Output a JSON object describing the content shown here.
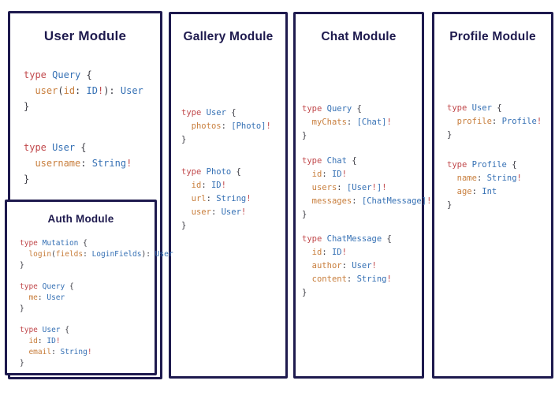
{
  "colors": {
    "navy": "#1e1a4e",
    "keyword": "#c1494c",
    "type": "#3570b4",
    "field": "#c87e3c",
    "bang": "#c1494c",
    "plain": "#3b3b43"
  },
  "panels": [
    {
      "title": "User Module",
      "blocks": [
        {
          "lines": [
            [
              [
                "kw",
                "type"
              ],
              [
                "pl",
                " "
              ],
              [
                "ty",
                "Query"
              ],
              [
                "pl",
                " {"
              ]
            ],
            [
              [
                "pl",
                "  "
              ],
              [
                "fd",
                "user"
              ],
              [
                "pl",
                "("
              ],
              [
                "fd",
                "id"
              ],
              [
                "pl",
                ": "
              ],
              [
                "ty",
                "ID"
              ],
              [
                "bg",
                "!"
              ],
              [
                "pl",
                "): "
              ],
              [
                "ty",
                "User"
              ]
            ],
            [
              [
                "pl",
                "}"
              ]
            ]
          ]
        },
        {
          "lines": [
            [
              [
                "kw",
                "type"
              ],
              [
                "pl",
                " "
              ],
              [
                "ty",
                "User"
              ],
              [
                "pl",
                " {"
              ]
            ],
            [
              [
                "pl",
                "  "
              ],
              [
                "fd",
                "username"
              ],
              [
                "pl",
                ": "
              ],
              [
                "ty",
                "String"
              ],
              [
                "bg",
                "!"
              ]
            ],
            [
              [
                "pl",
                "}"
              ]
            ]
          ]
        }
      ]
    },
    {
      "title": "Gallery Module",
      "blocks": [
        {
          "lines": [
            [
              [
                "kw",
                "type"
              ],
              [
                "pl",
                " "
              ],
              [
                "ty",
                "User"
              ],
              [
                "pl",
                " {"
              ]
            ],
            [
              [
                "pl",
                "  "
              ],
              [
                "fd",
                "photos"
              ],
              [
                "pl",
                ": "
              ],
              [
                "ty",
                "[Photo]"
              ],
              [
                "bg",
                "!"
              ]
            ],
            [
              [
                "pl",
                "}"
              ]
            ]
          ]
        },
        {
          "lines": [
            [
              [
                "kw",
                "type"
              ],
              [
                "pl",
                " "
              ],
              [
                "ty",
                "Photo"
              ],
              [
                "pl",
                " {"
              ]
            ],
            [
              [
                "pl",
                "  "
              ],
              [
                "fd",
                "id"
              ],
              [
                "pl",
                ": "
              ],
              [
                "ty",
                "ID"
              ],
              [
                "bg",
                "!"
              ]
            ],
            [
              [
                "pl",
                "  "
              ],
              [
                "fd",
                "url"
              ],
              [
                "pl",
                ": "
              ],
              [
                "ty",
                "String"
              ],
              [
                "bg",
                "!"
              ]
            ],
            [
              [
                "pl",
                "  "
              ],
              [
                "fd",
                "user"
              ],
              [
                "pl",
                ": "
              ],
              [
                "ty",
                "User"
              ],
              [
                "bg",
                "!"
              ]
            ],
            [
              [
                "pl",
                "}"
              ]
            ]
          ]
        }
      ]
    },
    {
      "title": "Chat Module",
      "blocks": [
        {
          "lines": [
            [
              [
                "kw",
                "type"
              ],
              [
                "pl",
                " "
              ],
              [
                "ty",
                "Query"
              ],
              [
                "pl",
                " {"
              ]
            ],
            [
              [
                "pl",
                "  "
              ],
              [
                "fd",
                "myChats"
              ],
              [
                "pl",
                ": "
              ],
              [
                "ty",
                "[Chat]"
              ],
              [
                "bg",
                "!"
              ]
            ],
            [
              [
                "pl",
                "}"
              ]
            ]
          ]
        },
        {
          "lines": [
            [
              [
                "kw",
                "type"
              ],
              [
                "pl",
                " "
              ],
              [
                "ty",
                "Chat"
              ],
              [
                "pl",
                " {"
              ]
            ],
            [
              [
                "pl",
                "  "
              ],
              [
                "fd",
                "id"
              ],
              [
                "pl",
                ": "
              ],
              [
                "ty",
                "ID"
              ],
              [
                "bg",
                "!"
              ]
            ],
            [
              [
                "pl",
                "  "
              ],
              [
                "fd",
                "users"
              ],
              [
                "pl",
                ": "
              ],
              [
                "ty",
                "[User"
              ],
              [
                "bg",
                "!"
              ],
              [
                "ty",
                "]"
              ],
              [
                "bg",
                "!"
              ]
            ],
            [
              [
                "pl",
                "  "
              ],
              [
                "fd",
                "messages"
              ],
              [
                "pl",
                ": "
              ],
              [
                "ty",
                "[ChatMessage]"
              ],
              [
                "bg",
                "!"
              ]
            ],
            [
              [
                "pl",
                "}"
              ]
            ]
          ]
        },
        {
          "lines": [
            [
              [
                "kw",
                "type"
              ],
              [
                "pl",
                " "
              ],
              [
                "ty",
                "ChatMessage"
              ],
              [
                "pl",
                " {"
              ]
            ],
            [
              [
                "pl",
                "  "
              ],
              [
                "fd",
                "id"
              ],
              [
                "pl",
                ": "
              ],
              [
                "ty",
                "ID"
              ],
              [
                "bg",
                "!"
              ]
            ],
            [
              [
                "pl",
                "  "
              ],
              [
                "fd",
                "author"
              ],
              [
                "pl",
                ": "
              ],
              [
                "ty",
                "User"
              ],
              [
                "bg",
                "!"
              ]
            ],
            [
              [
                "pl",
                "  "
              ],
              [
                "fd",
                "content"
              ],
              [
                "pl",
                ": "
              ],
              [
                "ty",
                "String"
              ],
              [
                "bg",
                "!"
              ]
            ],
            [
              [
                "pl",
                "}"
              ]
            ]
          ]
        }
      ]
    },
    {
      "title": "Profile Module",
      "blocks": [
        {
          "lines": [
            [
              [
                "kw",
                "type"
              ],
              [
                "pl",
                " "
              ],
              [
                "ty",
                "User"
              ],
              [
                "pl",
                " {"
              ]
            ],
            [
              [
                "pl",
                "  "
              ],
              [
                "fd",
                "profile"
              ],
              [
                "pl",
                ": "
              ],
              [
                "ty",
                "Profile"
              ],
              [
                "bg",
                "!"
              ]
            ],
            [
              [
                "pl",
                "}"
              ]
            ]
          ]
        },
        {
          "lines": [
            [
              [
                "kw",
                "type"
              ],
              [
                "pl",
                " "
              ],
              [
                "ty",
                "Profile"
              ],
              [
                "pl",
                " {"
              ]
            ],
            [
              [
                "pl",
                "  "
              ],
              [
                "fd",
                "name"
              ],
              [
                "pl",
                ": "
              ],
              [
                "ty",
                "String"
              ],
              [
                "bg",
                "!"
              ]
            ],
            [
              [
                "pl",
                "  "
              ],
              [
                "fd",
                "age"
              ],
              [
                "pl",
                ": "
              ],
              [
                "ty",
                "Int"
              ]
            ],
            [
              [
                "pl",
                "}"
              ]
            ]
          ]
        }
      ]
    }
  ],
  "auth": {
    "title": "Auth Module",
    "blocks": [
      {
        "lines": [
          [
            [
              "kw",
              "type"
            ],
            [
              "pl",
              " "
            ],
            [
              "ty",
              "Mutation"
            ],
            [
              "pl",
              " {"
            ]
          ],
          [
            [
              "pl",
              "  "
            ],
            [
              "fd",
              "login"
            ],
            [
              "pl",
              "("
            ],
            [
              "fd",
              "fields"
            ],
            [
              "pl",
              ": "
            ],
            [
              "ty",
              "LoginFields"
            ],
            [
              "pl",
              "): "
            ],
            [
              "ty",
              "User"
            ]
          ],
          [
            [
              "pl",
              "}"
            ]
          ]
        ]
      },
      {
        "lines": [
          [
            [
              "kw",
              "type"
            ],
            [
              "pl",
              " "
            ],
            [
              "ty",
              "Query"
            ],
            [
              "pl",
              " {"
            ]
          ],
          [
            [
              "pl",
              "  "
            ],
            [
              "fd",
              "me"
            ],
            [
              "pl",
              ": "
            ],
            [
              "ty",
              "User"
            ]
          ],
          [
            [
              "pl",
              "}"
            ]
          ]
        ]
      },
      {
        "lines": [
          [
            [
              "kw",
              "type"
            ],
            [
              "pl",
              " "
            ],
            [
              "ty",
              "User"
            ],
            [
              "pl",
              " {"
            ]
          ],
          [
            [
              "pl",
              "  "
            ],
            [
              "fd",
              "id"
            ],
            [
              "pl",
              ": "
            ],
            [
              "ty",
              "ID"
            ],
            [
              "bg",
              "!"
            ]
          ],
          [
            [
              "pl",
              "  "
            ],
            [
              "fd",
              "email"
            ],
            [
              "pl",
              ": "
            ],
            [
              "ty",
              "String"
            ],
            [
              "bg",
              "!"
            ]
          ],
          [
            [
              "pl",
              "}"
            ]
          ]
        ]
      }
    ]
  }
}
